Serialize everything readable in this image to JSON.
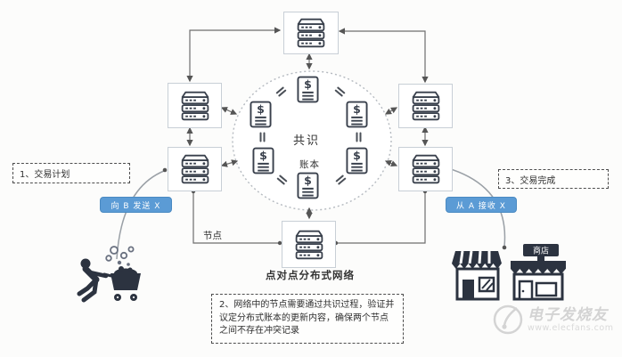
{
  "diagram": {
    "step_boxes": {
      "step1": "1、交易计划",
      "step2": "2、网络中的节点需要通过共识过程，验证并议定分布式账本的更新内容，确保两个节点之间不存在冲突记录",
      "step3": "3、交易完成"
    },
    "pills": {
      "send": "向 B 发送 X",
      "receive": "从 A 接收 X"
    },
    "circle": {
      "consensus": "共识",
      "ledger": "账本",
      "ledger_symbol": "$"
    },
    "labels": {
      "node": "节点",
      "network_caption": "点对点分布式网络",
      "shop_sign": "商店"
    },
    "colors": {
      "pill_blue": "#5b9bd5",
      "connector_gray": "#6e6e6e",
      "icon_dark": "#2c3340",
      "node_border": "#c8cfd6",
      "dashed_border": "#4d4d4d",
      "watermark_gray": "#cfcfcf"
    }
  },
  "watermark": {
    "brand": "电子发烧友",
    "url": "www.elecfans.com"
  }
}
